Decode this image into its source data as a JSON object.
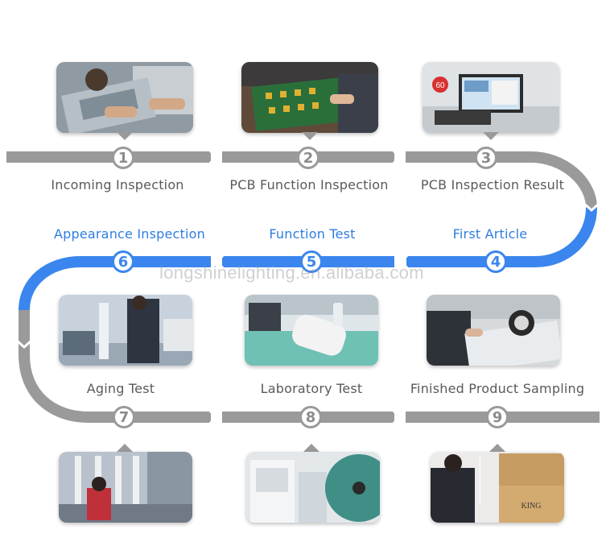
{
  "steps": [
    {
      "num": "1",
      "label": "Incoming Inspection"
    },
    {
      "num": "2",
      "label": "PCB Function Inspection"
    },
    {
      "num": "3",
      "label": "PCB Inspection Result"
    },
    {
      "num": "4",
      "label": "First Article"
    },
    {
      "num": "5",
      "label": "Function Test"
    },
    {
      "num": "6",
      "label": "Appearance Inspection"
    },
    {
      "num": "7",
      "label": "Aging Test"
    },
    {
      "num": "8",
      "label": "Laboratory Test"
    },
    {
      "num": "9",
      "label": "Finished Product Sampling"
    }
  ],
  "photo_texts": {
    "machine_badge": "60",
    "box_brand": "KING"
  },
  "watermark": "longshinelighting.en.alibaba.com",
  "colors": {
    "gray_track": "#9a9a9a",
    "blue_track": "#3b86ee",
    "gray_text": "#5a5a5a",
    "blue_text": "#2f7de1"
  }
}
